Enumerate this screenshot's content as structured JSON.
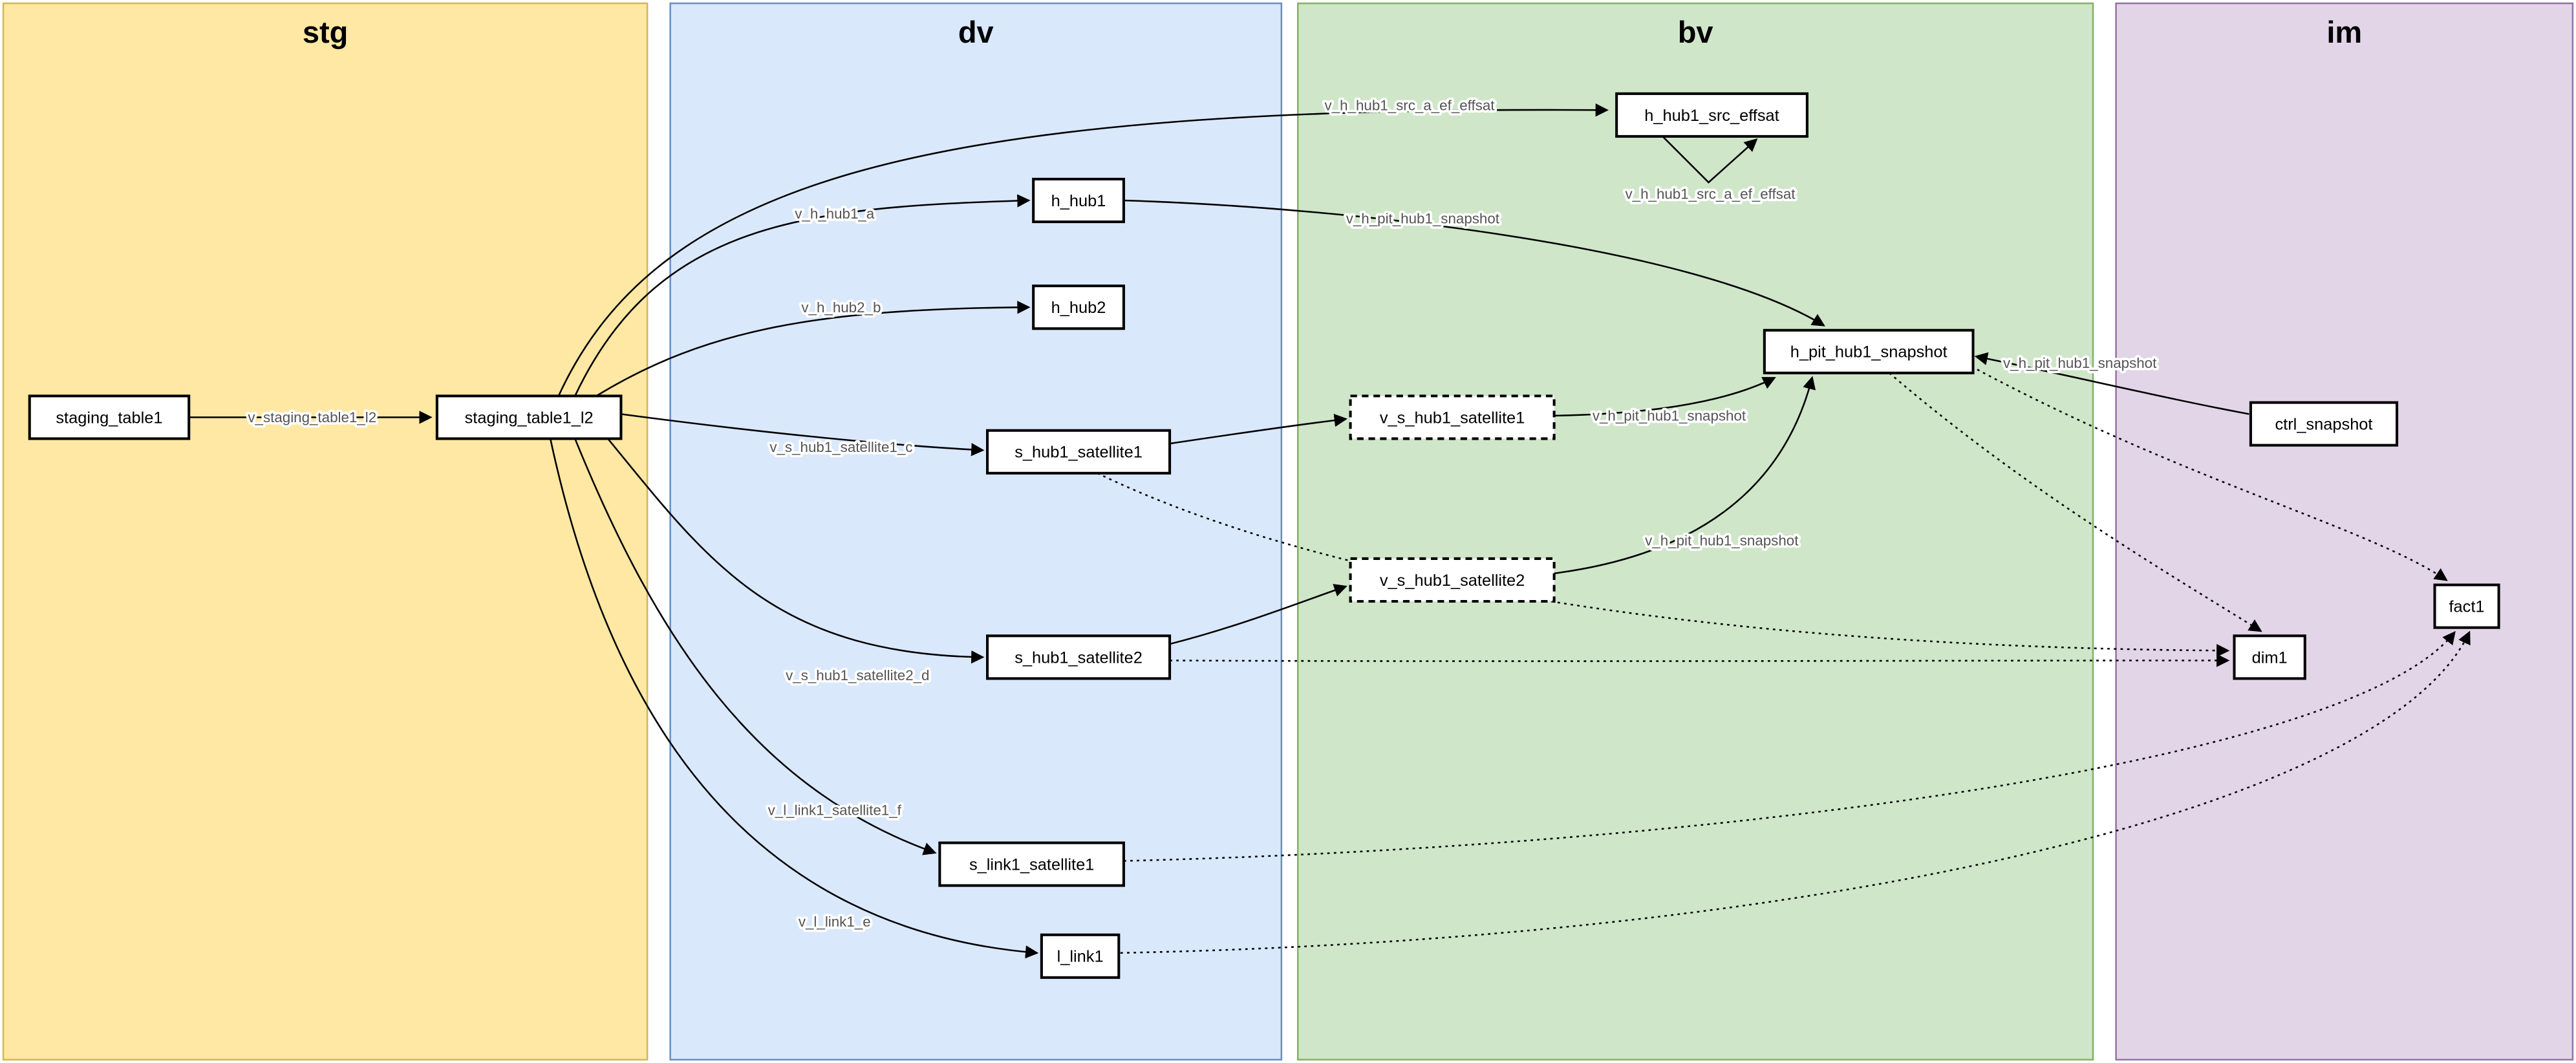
{
  "lanes": {
    "stg": {
      "label": "stg",
      "fill": "#ffe8a3",
      "stroke": "#d6b656"
    },
    "dv": {
      "label": "dv",
      "fill": "#dae8fc",
      "stroke": "#6c8ebf"
    },
    "bv": {
      "label": "bv",
      "fill": "#cfe6c9",
      "stroke": "#82b366"
    },
    "im": {
      "label": "im",
      "fill": "#e2d5e8",
      "stroke": "#9673a6"
    }
  },
  "nodes": {
    "staging_table1": {
      "label": "staging_table1",
      "lane": "stg",
      "style": "solid"
    },
    "staging_table1_l2": {
      "label": "staging_table1_l2",
      "lane": "stg",
      "style": "solid"
    },
    "h_hub1": {
      "label": "h_hub1",
      "lane": "dv",
      "style": "solid"
    },
    "h_hub2": {
      "label": "h_hub2",
      "lane": "dv",
      "style": "solid"
    },
    "s_hub1_satellite1": {
      "label": "s_hub1_satellite1",
      "lane": "dv",
      "style": "solid"
    },
    "s_hub1_satellite2": {
      "label": "s_hub1_satellite2",
      "lane": "dv",
      "style": "solid"
    },
    "s_link1_satellite1": {
      "label": "s_link1_satellite1",
      "lane": "dv",
      "style": "solid"
    },
    "l_link1": {
      "label": "l_link1",
      "lane": "dv",
      "style": "solid"
    },
    "h_hub1_src_effsat": {
      "label": "h_hub1_src_effsat",
      "lane": "bv",
      "style": "solid"
    },
    "h_pit_hub1_snapshot": {
      "label": "h_pit_hub1_snapshot",
      "lane": "bv",
      "style": "solid"
    },
    "v_s_hub1_satellite1": {
      "label": "v_s_hub1_satellite1",
      "lane": "bv",
      "style": "dashed"
    },
    "v_s_hub1_satellite2": {
      "label": "v_s_hub1_satellite2",
      "lane": "bv",
      "style": "dashed"
    },
    "ctrl_snapshot": {
      "label": "ctrl_snapshot",
      "lane": "im",
      "style": "solid"
    },
    "dim1": {
      "label": "dim1",
      "lane": "im",
      "style": "solid"
    },
    "fact1": {
      "label": "fact1",
      "lane": "im",
      "style": "solid"
    }
  },
  "edges": [
    {
      "from": "staging_table1",
      "to": "staging_table1_l2",
      "label": "v_staging_table1_l2",
      "style": "solid"
    },
    {
      "from": "staging_table1_l2",
      "to": "h_hub1_src_effsat",
      "label": "v_h_hub1_src_a_ef_effsat",
      "style": "solid"
    },
    {
      "from": "staging_table1_l2",
      "to": "h_hub1",
      "label": "v_h_hub1_a",
      "style": "solid"
    },
    {
      "from": "staging_table1_l2",
      "to": "h_hub2",
      "label": "v_h_hub2_b",
      "style": "solid"
    },
    {
      "from": "staging_table1_l2",
      "to": "s_hub1_satellite1",
      "label": "v_s_hub1_satellite1_c",
      "style": "solid"
    },
    {
      "from": "staging_table1_l2",
      "to": "s_hub1_satellite2",
      "label": "v_s_hub1_satellite2_d",
      "style": "solid"
    },
    {
      "from": "staging_table1_l2",
      "to": "s_link1_satellite1",
      "label": "v_l_link1_satellite1_f",
      "style": "solid"
    },
    {
      "from": "staging_table1_l2",
      "to": "l_link1",
      "label": "v_l_link1_e",
      "style": "solid"
    },
    {
      "from": "h_hub1_src_effsat",
      "to": "h_hub1_src_effsat",
      "label": "v_h_hub1_src_a_ef_effsat",
      "style": "solid"
    },
    {
      "from": "h_hub1",
      "to": "h_pit_hub1_snapshot",
      "label": "v_h_pit_hub1_snapshot",
      "style": "solid"
    },
    {
      "from": "s_hub1_satellite1",
      "to": "v_s_hub1_satellite1",
      "label": "",
      "style": "solid"
    },
    {
      "from": "v_s_hub1_satellite1",
      "to": "h_pit_hub1_snapshot",
      "label": "v_h_pit_hub1_snapshot",
      "style": "solid"
    },
    {
      "from": "s_hub1_satellite2",
      "to": "v_s_hub1_satellite2",
      "label": "",
      "style": "solid"
    },
    {
      "from": "v_s_hub1_satellite2",
      "to": "h_pit_hub1_snapshot",
      "label": "v_h_pit_hub1_snapshot",
      "style": "solid"
    },
    {
      "from": "ctrl_snapshot",
      "to": "h_pit_hub1_snapshot",
      "label": "v_h_pit_hub1_snapshot",
      "style": "solid"
    },
    {
      "from": "s_hub1_satellite1",
      "to": "dim1",
      "label": "",
      "style": "dotted"
    },
    {
      "from": "s_hub1_satellite2",
      "to": "dim1",
      "label": "",
      "style": "dotted"
    },
    {
      "from": "h_pit_hub1_snapshot",
      "to": "dim1",
      "label": "",
      "style": "dotted"
    },
    {
      "from": "h_pit_hub1_snapshot",
      "to": "fact1",
      "label": "",
      "style": "dotted"
    },
    {
      "from": "s_link1_satellite1",
      "to": "fact1",
      "label": "",
      "style": "dotted"
    },
    {
      "from": "l_link1",
      "to": "fact1",
      "label": "",
      "style": "dotted"
    }
  ],
  "colors": {
    "node_fill": "#ffffff",
    "node_stroke": "#000000",
    "edge_stroke": "#000000",
    "edge_label_text": "#545454",
    "background": "#ffffff"
  }
}
